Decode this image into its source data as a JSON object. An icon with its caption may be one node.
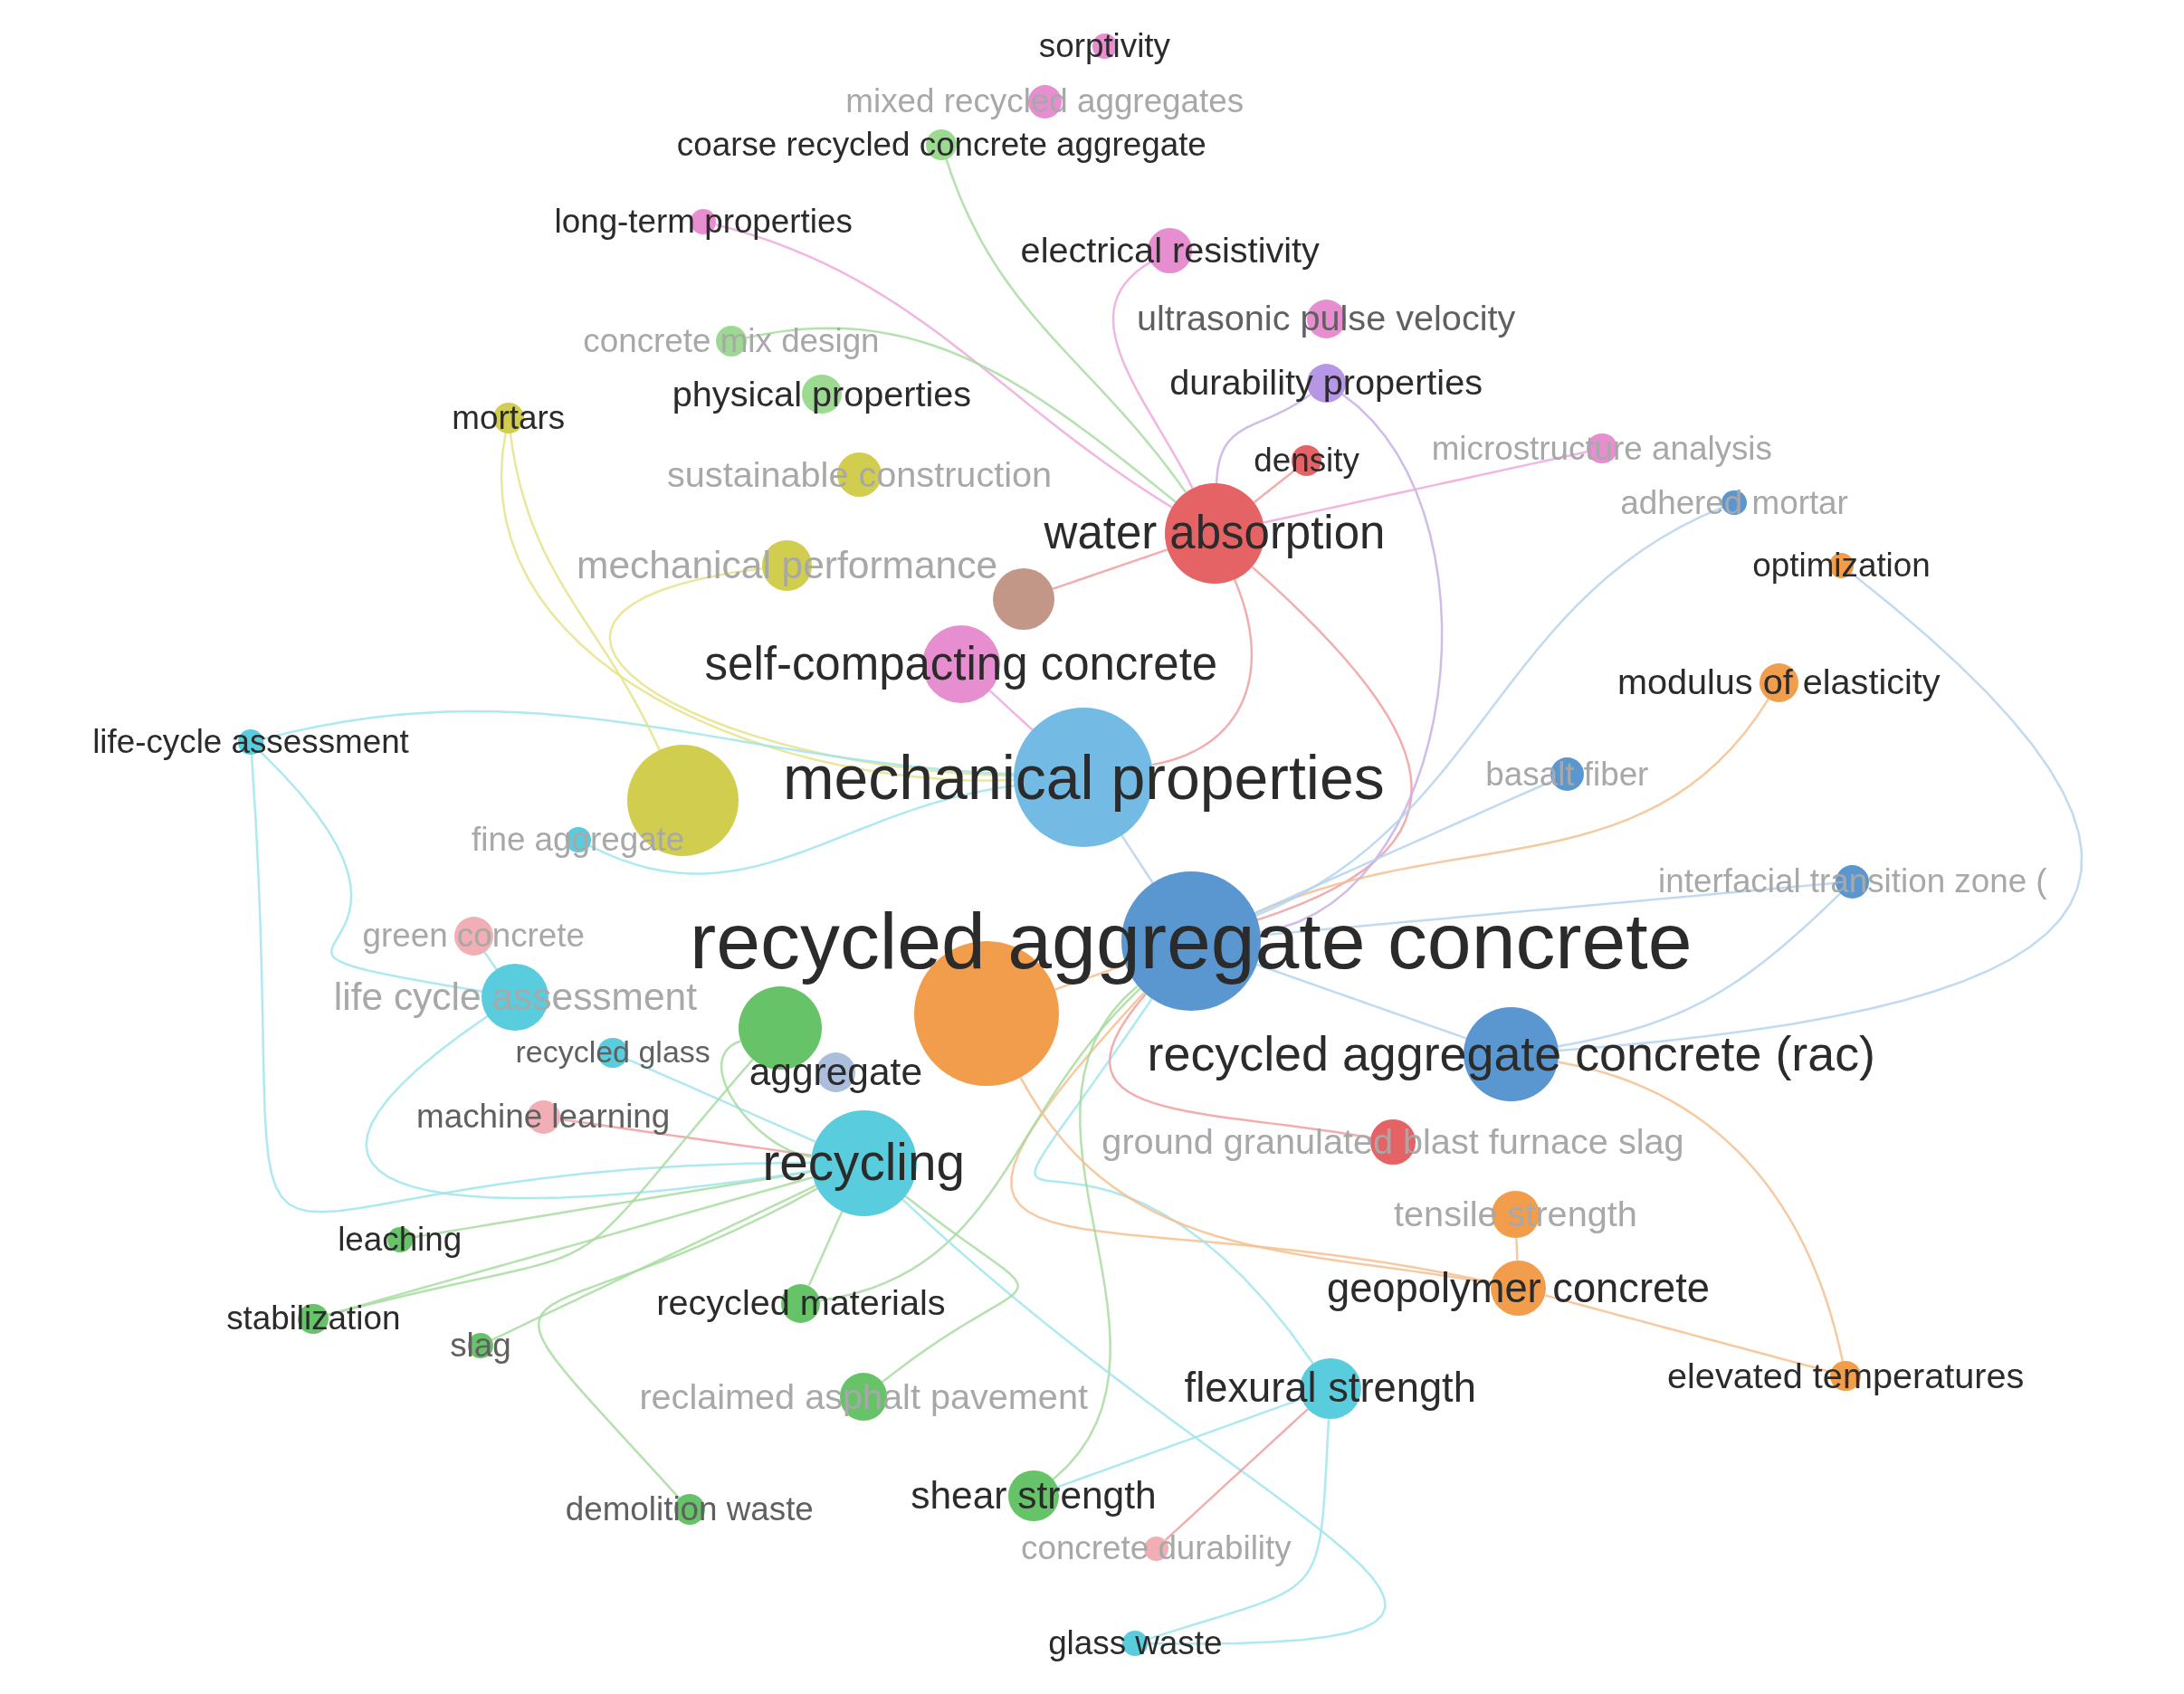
{
  "diagram": {
    "nodes": [
      {
        "text": [
          "mechanical properties"
        ]
      },
      {
        "text": [
          "recycled aggregate concrete"
        ]
      },
      {
        "text": [
          "recycled aggregate concrete (rac)"
        ]
      },
      {
        "text": [
          "recycling"
        ]
      },
      {
        "text": [
          "self-compacting concrete"
        ]
      },
      {
        "text": [
          "water absorption"
        ]
      },
      {
        "text": [
          "mechanical performance"
        ]
      },
      {
        "text": [
          "sustainable construction"
        ]
      },
      {
        "text": [
          "concrete mix design"
        ]
      },
      {
        "text": [
          "physical properties"
        ]
      },
      {
        "text": [
          "mortars"
        ]
      },
      {
        "text": [
          "long-term properties"
        ]
      },
      {
        "text": [
          "coarse recycled concrete aggregate"
        ]
      },
      {
        "text": [
          "mixed recycled aggregates"
        ]
      },
      {
        "text": [
          "sorptivity"
        ]
      },
      {
        "text": [
          "electrical resistivity"
        ]
      },
      {
        "text": [
          "ultrasonic pulse velocity"
        ]
      },
      {
        "text": [
          "durability properties"
        ]
      },
      {
        "text": [
          "density"
        ]
      },
      {
        "text": [
          "microstructure analysis"
        ]
      },
      {
        "text": [
          "adhered mortar"
        ]
      },
      {
        "text": [
          "optimization"
        ]
      },
      {
        "text": [
          "modulus of elasticity"
        ]
      },
      {
        "text": [
          "basalt fiber"
        ]
      },
      {
        "text": [
          "interfacial transition zone ("
        ]
      },
      {
        "text": [
          "life-cycle assessment"
        ]
      },
      {
        "text": [
          "fine aggregate"
        ]
      },
      {
        "text": [
          "green concrete"
        ]
      },
      {
        "text": [
          "life cycle assessment"
        ]
      },
      {
        "text": [
          "recycled glass"
        ]
      },
      {
        "text": [
          "aggregate"
        ]
      },
      {
        "text": [
          "machine learning"
        ]
      },
      {
        "text": [
          "ground granulated blast furnace slag"
        ]
      },
      {
        "text": [
          "tensile strength"
        ]
      },
      {
        "text": [
          "geopolymer concrete"
        ]
      },
      {
        "text": [
          "elevated temperatures"
        ]
      },
      {
        "text": [
          "flexural strength"
        ]
      },
      {
        "text": [
          "leaching"
        ]
      },
      {
        "text": [
          "stabilization"
        ]
      },
      {
        "text": [
          "slag"
        ]
      },
      {
        "text": [
          "recycled materials"
        ]
      },
      {
        "text": [
          "reclaimed asphalt pavement"
        ]
      },
      {
        "text": [
          "demolition waste"
        ]
      },
      {
        "text": [
          "shear strength"
        ]
      },
      {
        "text": [
          "concrete durability"
        ]
      },
      {
        "text": [
          "glass waste"
        ]
      },
      {
        "text": [],
        "shape": "circle"
      },
      {
        "text": [],
        "shape": "circle"
      },
      {
        "text": [],
        "shape": "circle"
      },
      {
        "text": [],
        "shape": "circle"
      }
    ],
    "edges": [
      {
        "from": 1,
        "to": 0,
        "arrow": "none"
      },
      {
        "from": 1,
        "to": 2,
        "arrow": "none"
      },
      {
        "from": 1,
        "to": 5,
        "arrow": "none",
        "color": "#f0a0a0"
      },
      {
        "from": 1,
        "to": 34,
        "arrow": "none",
        "color": "#f5c090"
      },
      {
        "from": 1,
        "to": 36,
        "arrow": "none",
        "color": "#a0e4ee"
      },
      {
        "from": 1,
        "to": 22,
        "arrow": "none",
        "color": "#f5c090"
      },
      {
        "from": 1,
        "to": 17,
        "arrow": "none",
        "color": "#c8b0e8"
      },
      {
        "from": 1,
        "to": 43,
        "arrow": "none",
        "color": "#a8dca0"
      },
      {
        "from": 1,
        "to": 40,
        "arrow": "none",
        "color": "#a8dca0"
      },
      {
        "from": 1,
        "to": 20,
        "arrow": "none"
      },
      {
        "from": 1,
        "to": 24,
        "arrow": "none"
      },
      {
        "from": 1,
        "to": 23,
        "arrow": "none"
      },
      {
        "from": 1,
        "to": 32,
        "arrow": "none",
        "color": "#f0a0a0"
      },
      {
        "from": 0,
        "to": 10,
        "arrow": "none",
        "color": "#e6e28a"
      },
      {
        "from": 0,
        "to": 6,
        "arrow": "none",
        "color": "#e6e28a"
      },
      {
        "from": 0,
        "to": 5,
        "arrow": "none",
        "color": "#f0a0a0"
      },
      {
        "from": 0,
        "to": 25,
        "arrow": "none",
        "color": "#a0e4ee"
      },
      {
        "from": 0,
        "to": 4,
        "arrow": "none",
        "color": "#f0a8dc"
      },
      {
        "from": 3,
        "to": 40,
        "arrow": "none",
        "color": "#a8dca0"
      },
      {
        "from": 3,
        "to": 37,
        "arrow": "none",
        "color": "#a8dca0"
      },
      {
        "from": 3,
        "to": 38,
        "arrow": "none",
        "color": "#a8dca0"
      },
      {
        "from": 3,
        "to": 39,
        "arrow": "none",
        "color": "#a8dca0"
      },
      {
        "from": 3,
        "to": 42,
        "arrow": "none",
        "color": "#a8dca0"
      },
      {
        "from": 3,
        "to": 45,
        "arrow": "none",
        "color": "#a0e4ee"
      },
      {
        "from": 3,
        "to": 41,
        "arrow": "none",
        "color": "#a8dca0"
      },
      {
        "from": 3,
        "to": 31,
        "arrow": "none",
        "color": "#f0a0a0"
      },
      {
        "from": 3,
        "to": 29,
        "arrow": "none",
        "color": "#a0e4ee"
      },
      {
        "from": 3,
        "to": 28,
        "arrow": "none",
        "color": "#a0e4ee"
      },
      {
        "from": 3,
        "to": 25,
        "arrow": "none",
        "color": "#a0e4ee"
      },
      {
        "from": 5,
        "to": 18,
        "arrow": "none",
        "color": "#f0a0a0"
      },
      {
        "from": 5,
        "to": 11,
        "arrow": "none",
        "color": "#f0a8dc"
      },
      {
        "from": 5,
        "to": 15,
        "arrow": "none",
        "color": "#f0a8dc"
      },
      {
        "from": 5,
        "to": 19,
        "arrow": "none",
        "color": "#f0a8dc"
      },
      {
        "from": 5,
        "to": 17,
        "arrow": "none",
        "color": "#c8b0e8"
      },
      {
        "from": 5,
        "to": 12,
        "arrow": "none",
        "color": "#a8dca0"
      },
      {
        "from": 5,
        "to": 8,
        "arrow": "none",
        "color": "#a8dca0"
      },
      {
        "from": 2,
        "to": 21,
        "arrow": "none"
      },
      {
        "from": 2,
        "to": 35,
        "arrow": "none",
        "color": "#f5c090"
      },
      {
        "from": 2,
        "to": 24,
        "arrow": "none"
      },
      {
        "from": 34,
        "to": 35,
        "arrow": "none",
        "color": "#f5c090"
      },
      {
        "from": 34,
        "to": 33,
        "arrow": "none",
        "color": "#f5c090"
      },
      {
        "from": 36,
        "to": 44,
        "arrow": "none",
        "color": "#f0a0a0"
      },
      {
        "from": 36,
        "to": 45,
        "arrow": "none",
        "color": "#a0e4ee"
      },
      {
        "from": 36,
        "to": 43,
        "arrow": "none",
        "color": "#a0e4ee"
      },
      {
        "from": 28,
        "to": 25,
        "arrow": "none",
        "color": "#a0e4ee"
      },
      {
        "from": 27,
        "to": 28,
        "arrow": "none",
        "color": "#a0e4ee"
      },
      {
        "from": 26,
        "to": 0,
        "arrow": "none",
        "color": "#a0e4ee"
      },
      {
        "from": 47,
        "to": 3,
        "arrow": "none",
        "color": "#a8dca0"
      },
      {
        "from": 48,
        "to": 5,
        "arrow": "none",
        "color": "#f0a0a0"
      },
      {
        "from": 49,
        "to": 1,
        "arrow": "none",
        "color": "#f5c090"
      },
      {
        "from": 46,
        "to": 10,
        "arrow": "none",
        "color": "#e6e28a"
      },
      {
        "from": 47,
        "to": 38,
        "arrow": "none",
        "color": "#a8dca0"
      },
      {
        "from": 49,
        "to": 34,
        "arrow": "none",
        "color": "#f5c090"
      }
    ]
  }
}
